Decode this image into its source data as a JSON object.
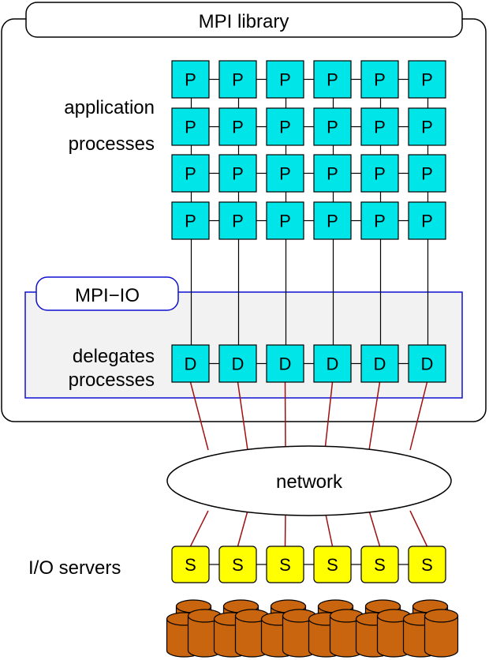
{
  "titles": {
    "mpi_library": "MPI library",
    "mpi_io": "MPI−IO",
    "network": "network"
  },
  "labels": {
    "application_line1": "application",
    "application_line2": "processes",
    "delegates_line1": "delegates",
    "delegates_line2": "processes",
    "io_servers": "I/O servers"
  },
  "nodes": {
    "process_letter": "P",
    "delegate_letter": "D",
    "server_letter": "S"
  },
  "grid": {
    "columns": 6,
    "process_rows": 4
  },
  "colors": {
    "process_fill": "#00E5E8",
    "server_fill": "#FFFF00",
    "disk_fill": "#C8650E",
    "delegate_region_fill": "#F2F2F2",
    "delegate_region_border": "#1010D0",
    "network_link": "#A01010"
  }
}
